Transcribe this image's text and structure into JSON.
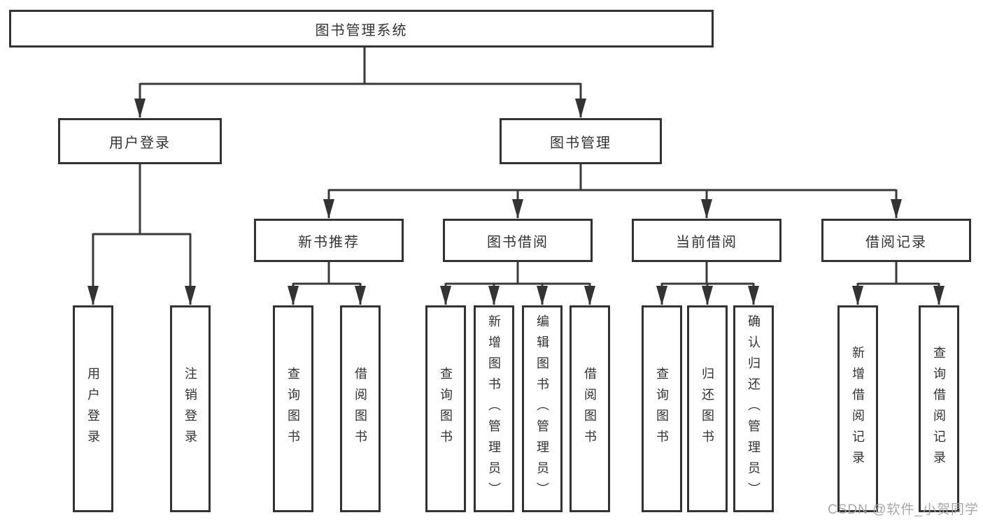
{
  "tree": {
    "root": {
      "label": "图书管理系统",
      "children": [
        {
          "label": "用户登录",
          "children": [
            {
              "label": "用户登录"
            },
            {
              "label": "注销登录"
            }
          ]
        },
        {
          "label": "图书管理",
          "children": [
            {
              "label": "新书推荐",
              "children": [
                {
                  "label": "查询图书"
                },
                {
                  "label": "借阅图书"
                }
              ]
            },
            {
              "label": "图书借阅",
              "children": [
                {
                  "label": "查询图书"
                },
                {
                  "label": "新增图书（管理员）"
                },
                {
                  "label": "编辑图书（管理员）"
                },
                {
                  "label": "借阅图书"
                }
              ]
            },
            {
              "label": "当前借阅",
              "children": [
                {
                  "label": "查询图书"
                },
                {
                  "label": "归还图书"
                },
                {
                  "label": "确认归还（管理员）"
                }
              ]
            },
            {
              "label": "借阅记录",
              "children": [
                {
                  "label": "新增借阅记录"
                },
                {
                  "label": "查询借阅记录"
                }
              ]
            }
          ]
        }
      ]
    }
  },
  "watermark": {
    "text": "CSDN @软件_小贺同学"
  },
  "colors": {
    "line": "#3a3a3a",
    "box_border": "#333333",
    "text": "#333333",
    "background": "#ffffff",
    "watermark": "#a3a3a3"
  }
}
